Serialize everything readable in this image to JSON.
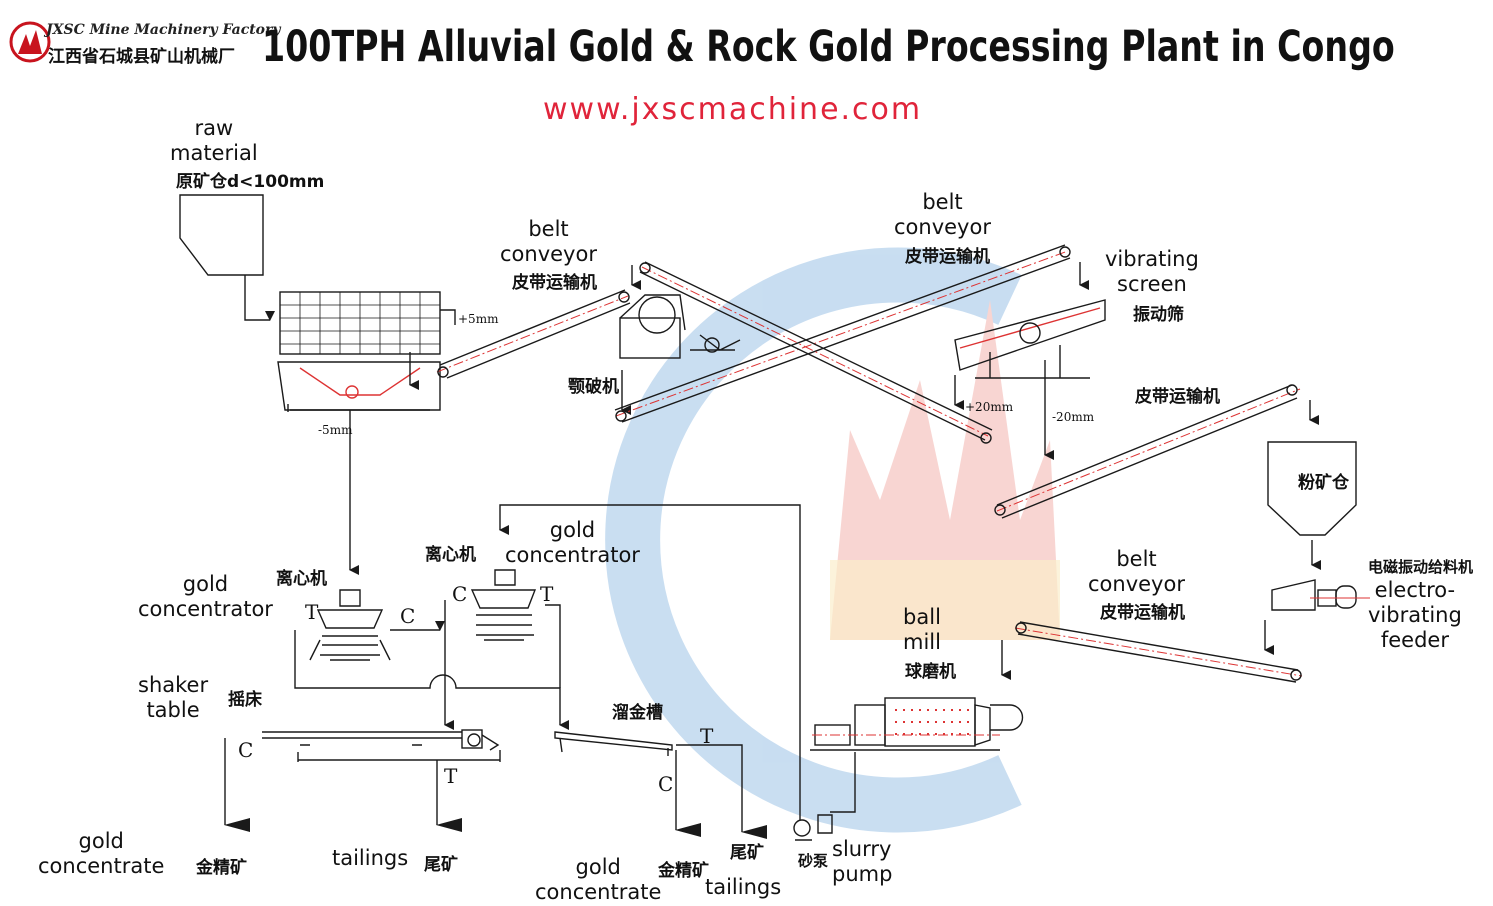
{
  "header": {
    "company_en": "JXSC Mine Machinery Factory",
    "company_cn": "江西省石城县矿山机械厂",
    "title": "100TPH Alluvial Gold & Rock Gold Processing Plant in Congo",
    "website": "www.jxscmachine.com"
  },
  "labels": {
    "raw_material_en": "raw\nmaterial",
    "raw_material_cn": "原矿仓d<100mm",
    "minus5": "-5mm",
    "plus5": "+5mm",
    "belt1_en": "belt\nconveyor",
    "belt1_cn": "皮带运输机",
    "jaw_crusher_cn": "颚破机",
    "belt2_en": "belt\nconveyor",
    "belt2_cn": "皮带运输机",
    "vib_screen_en": "vibrating\nscreen",
    "vib_screen_cn": "振动筛",
    "plus20": "+20mm",
    "minus20": "-20mm",
    "belt3_cn": "皮带运输机",
    "powder_bin_cn": "粉矿仓",
    "feeder_cn": "电磁振动给料机",
    "feeder_en": "electro-\nvibrating\nfeeder",
    "belt4_en": "belt\nconveyor",
    "belt4_cn": "皮带运输机",
    "ball_mill_en": "ball\nmill",
    "ball_mill_cn": "球磨机",
    "gc1_en": "gold\nconcentrator",
    "gc1_cn": "离心机",
    "gc2_en": "gold\nconcentrator",
    "gc2_cn": "离心机",
    "shaker_en": "shaker\ntable",
    "shaker_cn": "摇床",
    "sluice_cn": "溜金槽",
    "gold_conc1_en": "gold\nconcentrate",
    "gold_conc1_cn": "金精矿",
    "tailings1_en": "tailings",
    "tailings1_cn": "尾矿",
    "gold_conc2_en": "gold\nconcentrate",
    "gold_conc2_cn": "金精矿",
    "tailings2_cn": "尾矿",
    "tailings2_en": "tailings",
    "slurry_cn": "砂泵",
    "slurry_en": "slurry\npump"
  },
  "letters": {
    "c": "C",
    "t": "T"
  },
  "colors": {
    "accent_red": "#e0243a",
    "line": "#1a1a1a",
    "watermark_blue": "#9cc3e6",
    "watermark_red": "#f2b2ad",
    "watermark_yellow": "#f7dfa0"
  }
}
